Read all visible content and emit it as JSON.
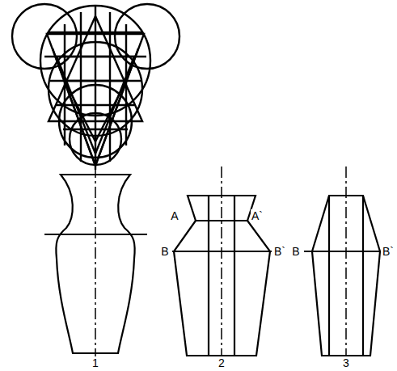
{
  "diagram": {
    "labels": [
      "A",
      "A`",
      "B",
      "B`",
      "B",
      "B`",
      "1",
      "2",
      "3"
    ]
  }
}
